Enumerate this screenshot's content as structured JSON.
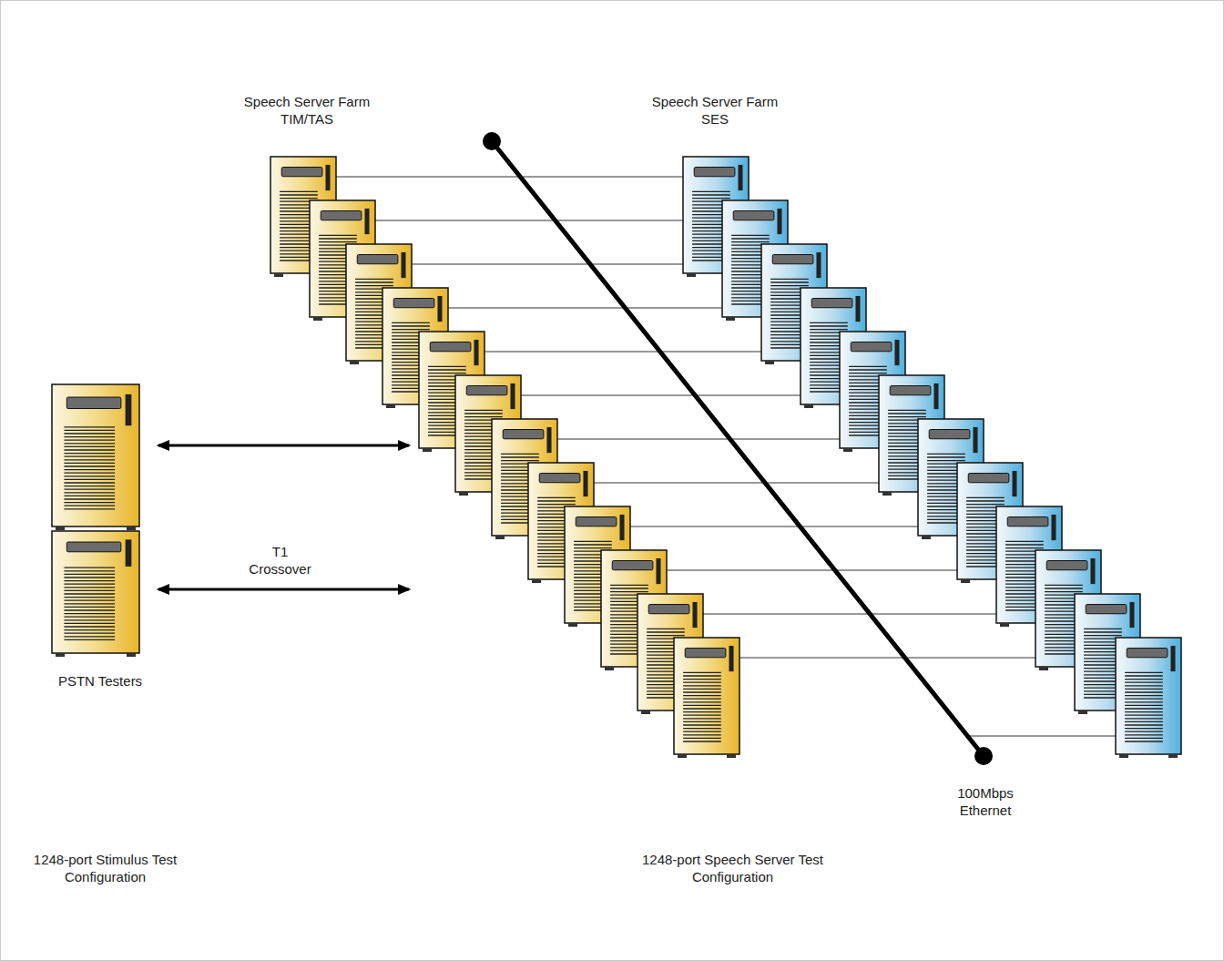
{
  "diagram": {
    "nodes": [
      {
        "text": [
          "Speech Server Farm TIM/TAS"
        ]
      },
      {
        "text": [
          "Speech Server Farm SES"
        ]
      },
      {
        "text": [
          "PSTN Testers"
        ]
      }
    ],
    "edges": [
      {
        "from": 2,
        "to": 0,
        "arrow": "both"
      },
      {
        "from": 2,
        "to": 0,
        "label": "T1 Crossover",
        "arrow": "both"
      }
    ],
    "labels": [
      "100Mbps Ethernet",
      "1248-port Stimulus Test Configuration",
      "1248-port Speech Server Test Configuration"
    ]
  }
}
